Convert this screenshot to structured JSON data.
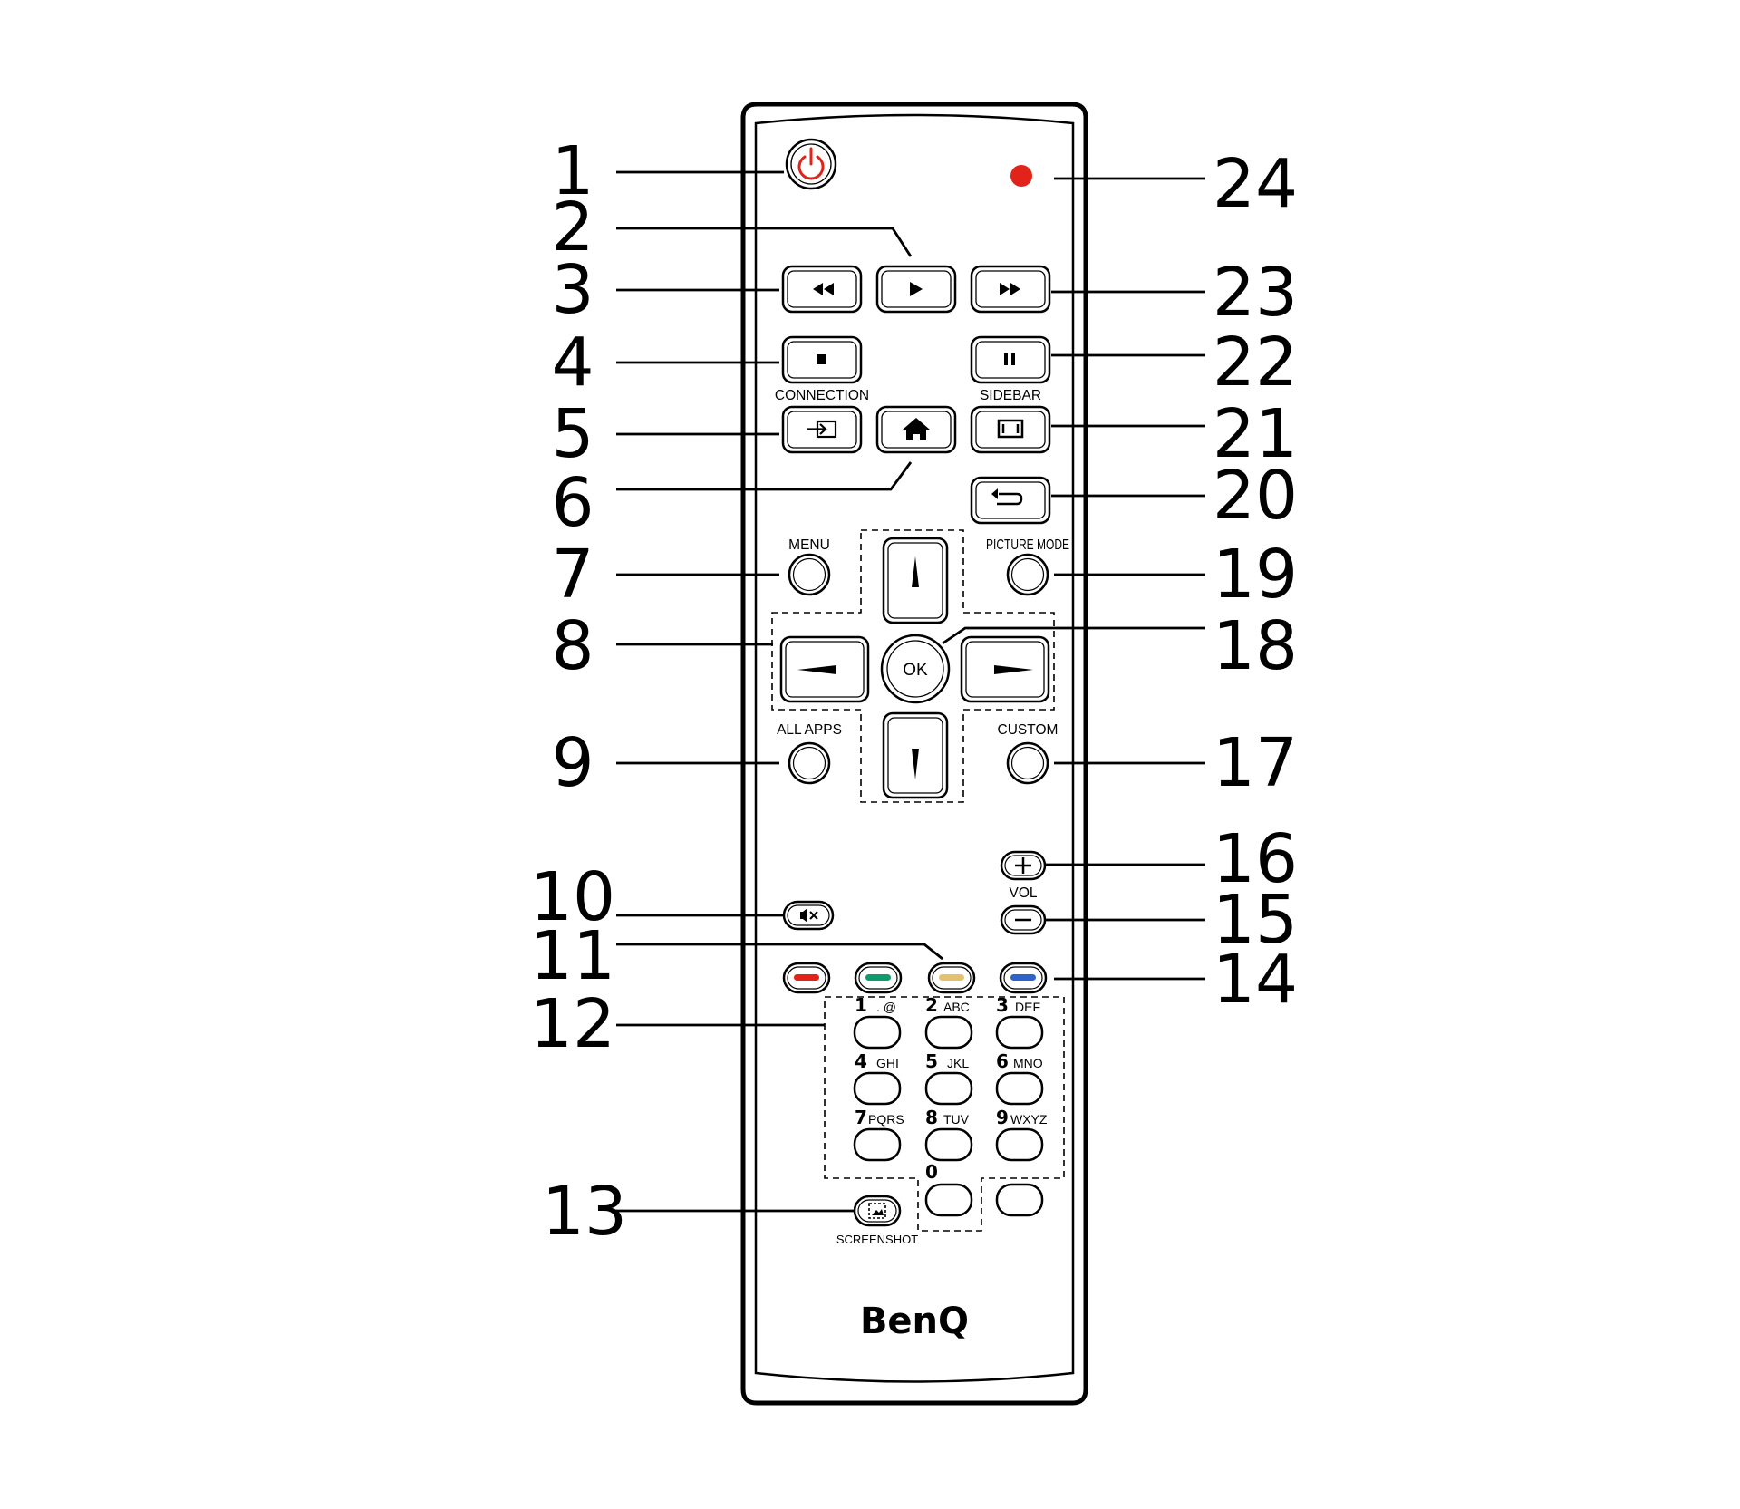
{
  "brand": "BenQ",
  "colors": {
    "power": "#e2231a",
    "indicator": "#e2231a",
    "red_key": "#e2231a",
    "green_key": "#0f9b6e",
    "yellow_key": "#e3c26f",
    "blue_key": "#2e63c8"
  },
  "callouts": [
    "1",
    "2",
    "3",
    "4",
    "5",
    "6",
    "7",
    "8",
    "9",
    "10",
    "11",
    "12",
    "13",
    "14",
    "15",
    "16",
    "17",
    "18",
    "19",
    "20",
    "21",
    "22",
    "23",
    "24"
  ],
  "labels": {
    "connection": "CONNECTION",
    "sidebar": "SIDEBAR",
    "menu": "MENU",
    "picture_mode": "PICTURE MODE",
    "ok": "OK",
    "all_apps": "ALL APPS",
    "custom": "CUSTOM",
    "vol": "VOL",
    "screenshot": "SCREENSHOT"
  },
  "numpad": [
    {
      "num": "1",
      "letters": ". @"
    },
    {
      "num": "2",
      "letters": "ABC"
    },
    {
      "num": "3",
      "letters": "DEF"
    },
    {
      "num": "4",
      "letters": "GHI"
    },
    {
      "num": "5",
      "letters": "JKL"
    },
    {
      "num": "6",
      "letters": "MNO"
    },
    {
      "num": "7",
      "letters": "PQRS"
    },
    {
      "num": "8",
      "letters": "TUV"
    },
    {
      "num": "9",
      "letters": "WXYZ"
    },
    {
      "num": "0",
      "letters": ""
    }
  ],
  "icons": [
    "power-icon",
    "play-icon",
    "rewind-icon",
    "fast-forward-icon",
    "stop-icon",
    "pause-icon",
    "input-icon",
    "home-icon",
    "sidebar-icon",
    "return-icon",
    "arrow-up-icon",
    "arrow-down-icon",
    "arrow-left-icon",
    "arrow-right-icon",
    "mute-icon",
    "plus-icon",
    "minus-icon",
    "screenshot-icon"
  ]
}
